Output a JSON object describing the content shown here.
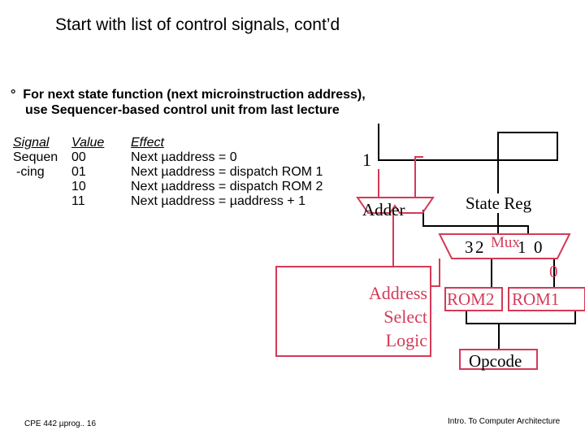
{
  "slide": {
    "title": "Start with list of control signals, cont’d",
    "bullet_marker": "°",
    "bullet_line1": "For next state function (next microinstruction address),",
    "bullet_line2": "use Sequencer-based control unit from last lecture"
  },
  "table": {
    "headers": {
      "signal": "Signal",
      "value": "Value",
      "effect": "Effect"
    },
    "signal_lines": [
      "Sequen",
      "-cing"
    ],
    "values": [
      "00",
      "01",
      "10",
      "11"
    ],
    "effects": [
      "Next µaddress = 0",
      "Next  µaddress = dispatch ROM 1",
      "Next  µaddress = dispatch ROM 2",
      "Next  µaddress =  µaddress + 1"
    ]
  },
  "diagram": {
    "constant_one": "1",
    "adder": "Adder",
    "state_reg": "State Reg",
    "mux_label": "Mux",
    "mux_inputs": [
      "3",
      "2",
      "1",
      "0"
    ],
    "mux_input_zero": "0",
    "rom2": "ROM2",
    "rom1": "ROM1",
    "opcode": "Opcode",
    "address_select_lines": [
      "Address",
      "Select",
      "Logic"
    ],
    "colors": {
      "red": "#d43a57",
      "black": "#000000"
    }
  },
  "footer": {
    "left": "CPE 442  µprog.. 16",
    "right": "Intro. To Computer Architecture"
  }
}
